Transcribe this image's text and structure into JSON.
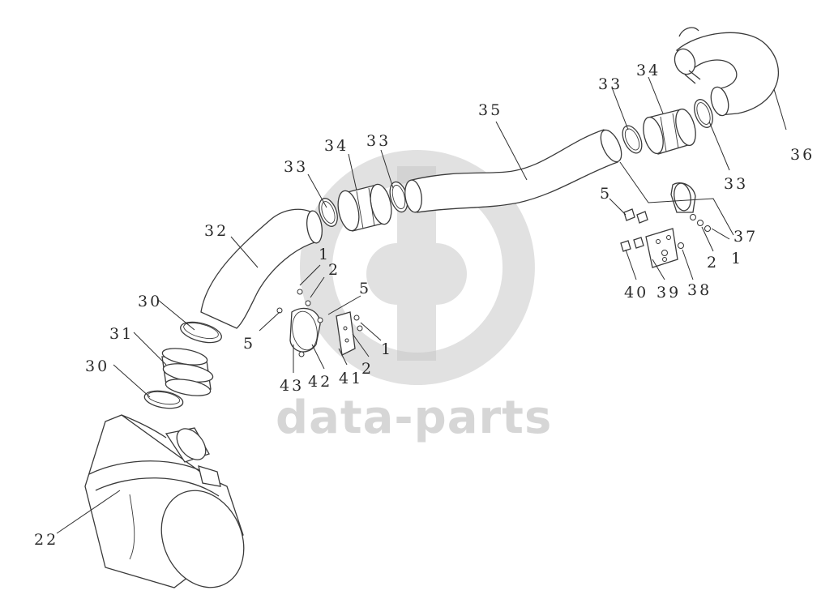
{
  "callouts": [
    {
      "id": "c22",
      "text": "22"
    },
    {
      "id": "c30a",
      "text": "30"
    },
    {
      "id": "c30b",
      "text": "30"
    },
    {
      "id": "c31",
      "text": "31"
    },
    {
      "id": "c32",
      "text": "32"
    },
    {
      "id": "c33a",
      "text": "33"
    },
    {
      "id": "c33b",
      "text": "33"
    },
    {
      "id": "c33c",
      "text": "33"
    },
    {
      "id": "c33d",
      "text": "33"
    },
    {
      "id": "c34a",
      "text": "34"
    },
    {
      "id": "c34b",
      "text": "34"
    },
    {
      "id": "c35",
      "text": "35"
    },
    {
      "id": "c36",
      "text": "36"
    },
    {
      "id": "c37",
      "text": "37"
    },
    {
      "id": "c1a",
      "text": "1"
    },
    {
      "id": "c2a",
      "text": "2"
    },
    {
      "id": "c5a",
      "text": "5"
    },
    {
      "id": "c5b",
      "text": "5"
    },
    {
      "id": "c1b",
      "text": "1"
    },
    {
      "id": "c2b",
      "text": "2"
    },
    {
      "id": "c41",
      "text": "41"
    },
    {
      "id": "c42",
      "text": "42"
    },
    {
      "id": "c43",
      "text": "43"
    },
    {
      "id": "c5c",
      "text": "5"
    },
    {
      "id": "c2c",
      "text": "2"
    },
    {
      "id": "c1c",
      "text": "1"
    },
    {
      "id": "c38",
      "text": "38"
    },
    {
      "id": "c39",
      "text": "39"
    },
    {
      "id": "c40",
      "text": "40"
    }
  ],
  "watermark": {
    "text": "data-parts"
  }
}
